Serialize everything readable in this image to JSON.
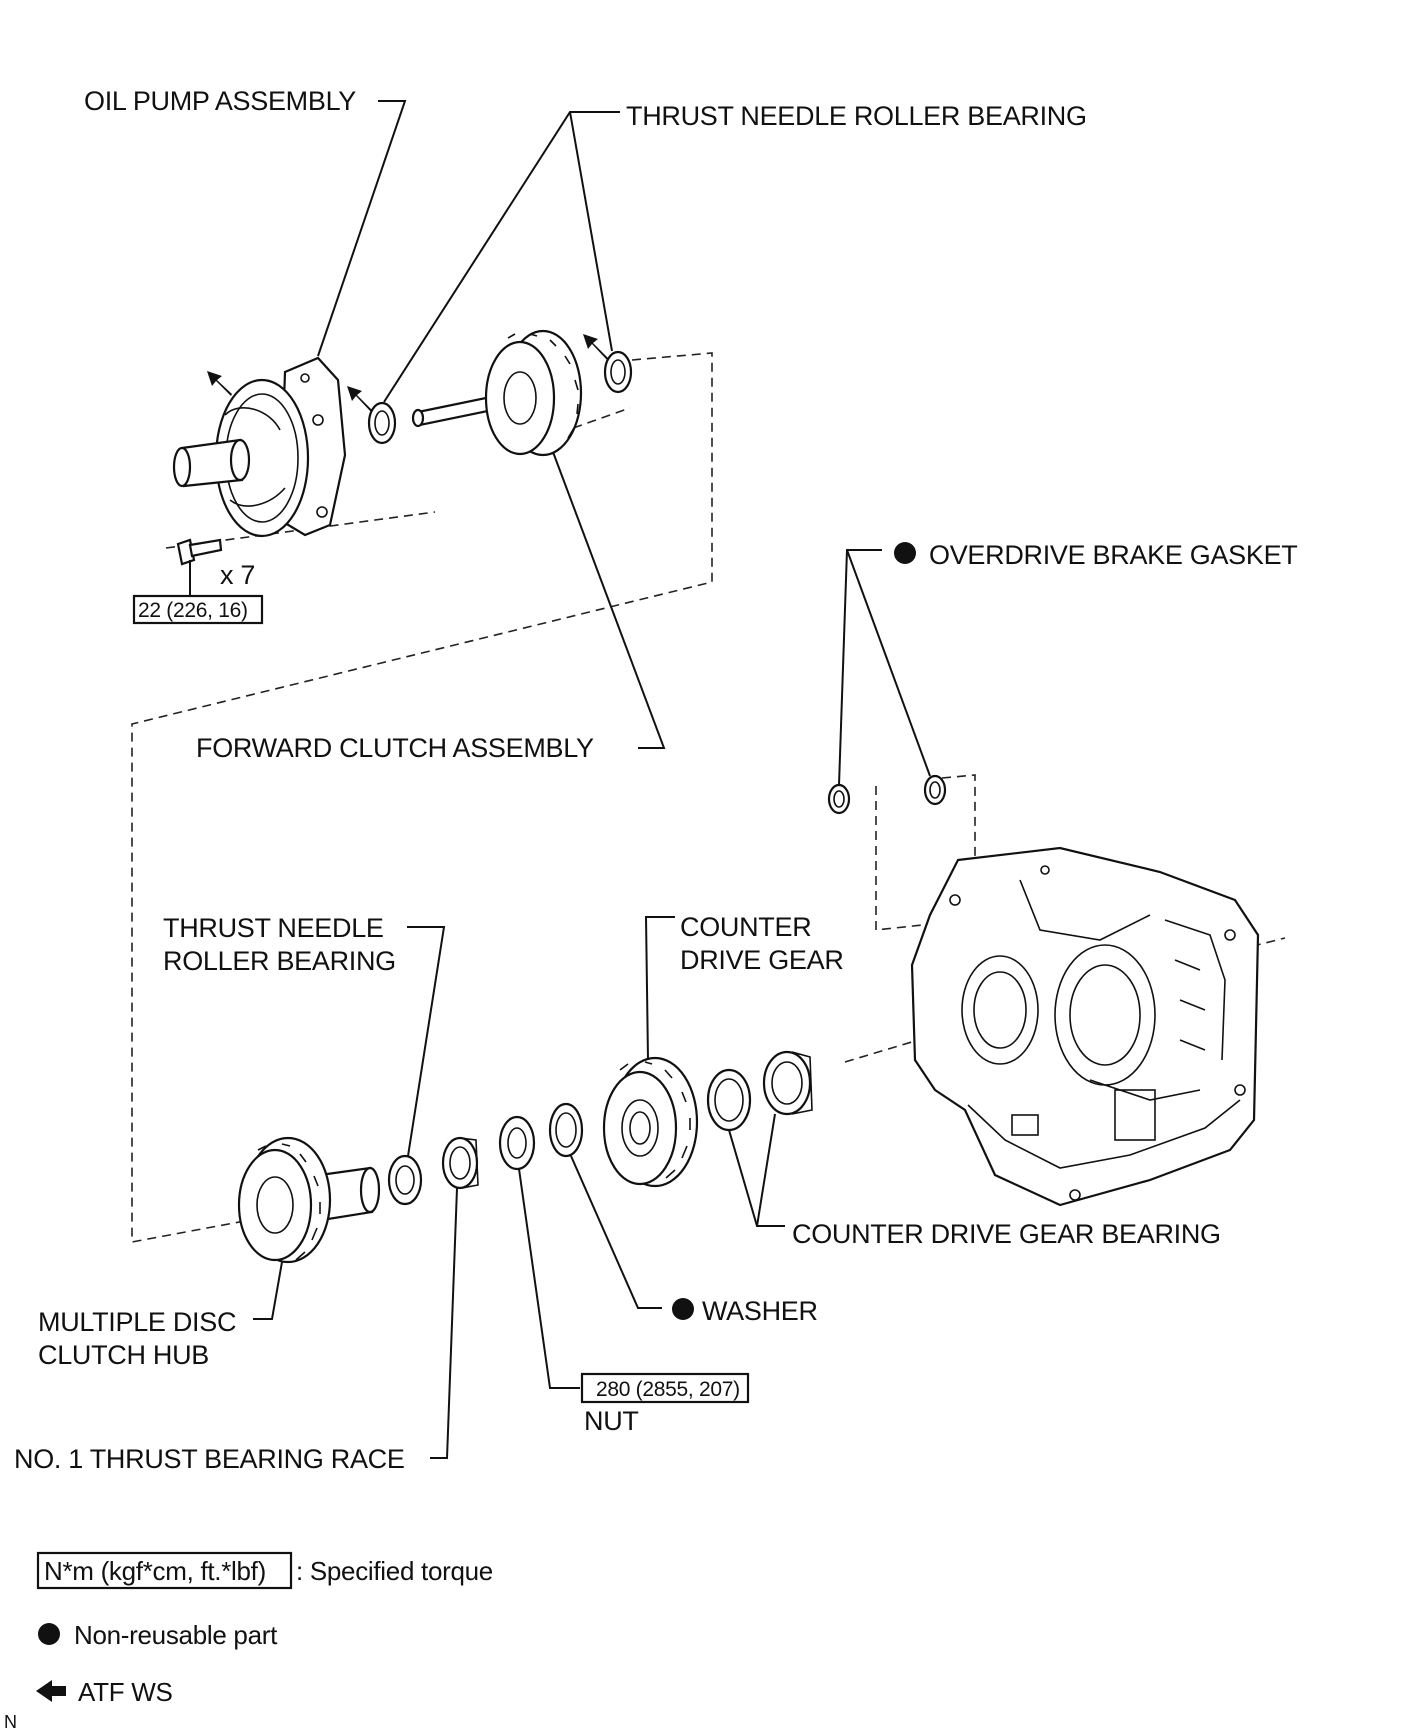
{
  "labels": {
    "oil_pump_assembly": "OIL PUMP ASSEMBLY",
    "thrust_needle_roller_bearing_top": "THRUST NEEDLE ROLLER BEARING",
    "overdrive_brake_gasket": "OVERDRIVE BRAKE GASKET",
    "forward_clutch_assembly": "FORWARD CLUTCH ASSEMBLY",
    "thrust_needle_line1": "THRUST NEEDLE",
    "thrust_needle_line2": "ROLLER BEARING",
    "counter_line1": "COUNTER",
    "counter_line2": "DRIVE GEAR",
    "counter_drive_gear_bearing": "COUNTER DRIVE GEAR BEARING",
    "washer": "WASHER",
    "multiple_disc_line1": "MULTIPLE DISC",
    "multiple_disc_line2": "CLUTCH HUB",
    "nut": "NUT",
    "no1_thrust_bearing_race": "NO. 1 THRUST BEARING RACE"
  },
  "bolt_count": "x 7",
  "torque": {
    "pump_bolt": "22 (226, 16)",
    "nut": "280 (2855, 207)"
  },
  "legend": {
    "torque_unit": "N*m (kgf*cm, ft.*lbf)",
    "torque_text": ": Specified torque",
    "non_reusable": "Non-reusable part",
    "atf": "ATF WS"
  },
  "corner_mark": "N"
}
